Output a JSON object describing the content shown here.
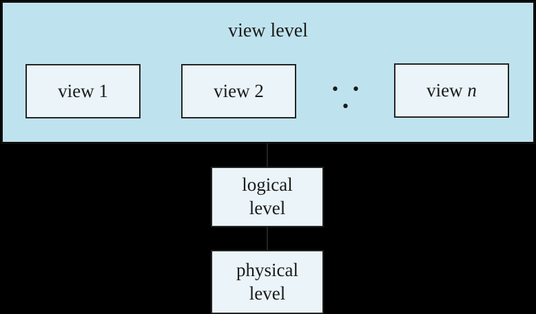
{
  "colors": {
    "page-bg": "#000000",
    "container-fill": "#bfe3ee",
    "container-border": "#101010",
    "box-fill": "#eaf4f9",
    "box-border": "#232323",
    "connector": "#242424",
    "text": "#1b1b1b"
  },
  "diagram": {
    "title": "view level",
    "views": {
      "view1": "view 1",
      "view2": "view 2",
      "viewn_prefix": "view ",
      "viewn_var": "n"
    },
    "ellipsis": "• • •",
    "logical_level": {
      "line1": "logical",
      "line2": "level"
    },
    "physical_level": {
      "line1": "physical",
      "line2": "level"
    }
  }
}
